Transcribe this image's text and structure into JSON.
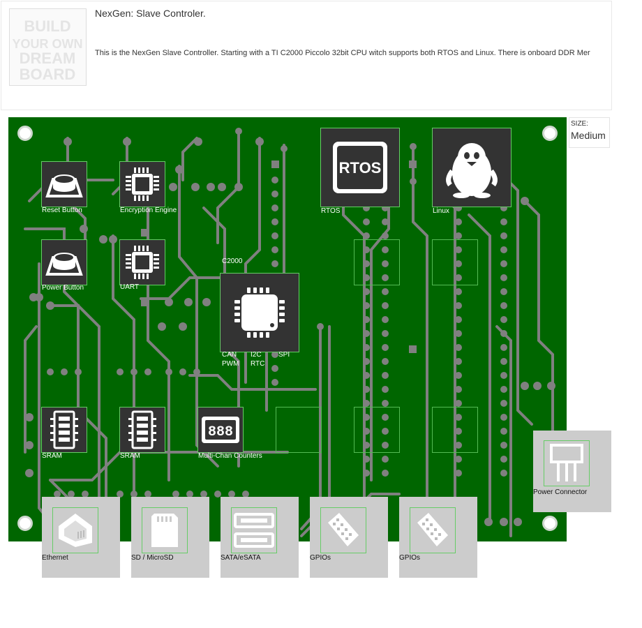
{
  "header": {
    "logo_text": "BUILD YOUR OWN DREAM BOARD",
    "title": "NexGen: Slave Controler.",
    "description": "This is the NexGen Slave Controller. Starting with a TI C2000 Piccolo 32bit CPU witch supports both RTOS and Linux. There is onboard DDR Mer"
  },
  "size_box": {
    "label": "SIZE:",
    "value": "Medium"
  },
  "board": {
    "color": "#006600",
    "trace_color": "#808080",
    "components": {
      "reset_button": "Reset Button",
      "encryption_engine": "Encryption Engine",
      "power_button": "Power Button",
      "uart": "UART",
      "cpu_top_label": "C2000",
      "cpu_can": "CAN",
      "cpu_i2c": "I2C",
      "cpu_spi": "SPI",
      "cpu_pwm": "PWM",
      "cpu_rtc": "RTC",
      "rtos": "RTOS",
      "rtos_badge": "RTOS",
      "linux": "Linux",
      "sram_1": "SRAM",
      "sram_2": "SRAM",
      "counters": "Multi-Chan Counters",
      "counters_display": "888"
    }
  },
  "connectors": {
    "ethernet": "Ethernet",
    "sd": "SD / MicroSD",
    "sata": "SATA/eSATA",
    "gpio_1": "GPIOs",
    "gpio_2": "GPIOs",
    "power": "Power Connector"
  }
}
